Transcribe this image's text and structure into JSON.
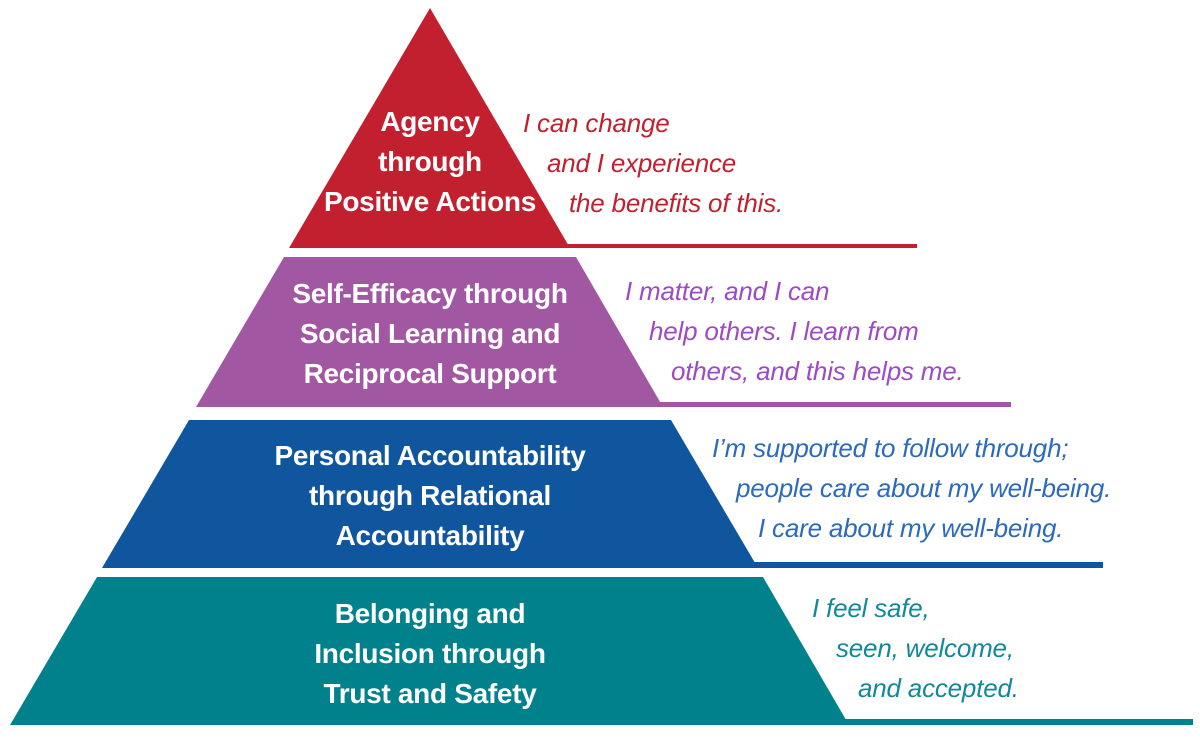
{
  "diagram": {
    "type": "pyramid",
    "tier_count": 4,
    "tiers": [
      {
        "name": "agency-through-positive-actions",
        "fill_color": "#C3202F",
        "quote_color": "#C3202F",
        "label_lines": [
          "Agency",
          "through",
          "Positive Actions"
        ],
        "quote_lines": [
          "I can change",
          "and I experience",
          "the benefits of this."
        ]
      },
      {
        "name": "self-efficacy-through-social-learning",
        "fill_color": "#A257A3",
        "quote_color": "#9D4BC3",
        "label_lines": [
          "Self-Efficacy through",
          "Social Learning and",
          "Reciprocal Support"
        ],
        "quote_lines": [
          "I matter, and I can",
          "help others. I learn from",
          "others, and this helps me."
        ]
      },
      {
        "name": "personal-accountability-through-relational-accountability",
        "fill_color": "#10569E",
        "quote_color": "#2B6ABD",
        "label_lines": [
          "Personal Accountability",
          "through Relational",
          "Accountability"
        ],
        "quote_lines": [
          "I’m supported to follow through;",
          "people care about my well-being.",
          "I care about my well-being."
        ]
      },
      {
        "name": "belonging-and-inclusion-through-trust-and-safety",
        "fill_color": "#00818B",
        "quote_color": "#12899A",
        "label_lines": [
          "Belonging and",
          "Inclusion through",
          "Trust and Safety"
        ],
        "quote_lines": [
          "I feel safe,",
          "seen, welcome,",
          "and accepted."
        ]
      }
    ]
  }
}
